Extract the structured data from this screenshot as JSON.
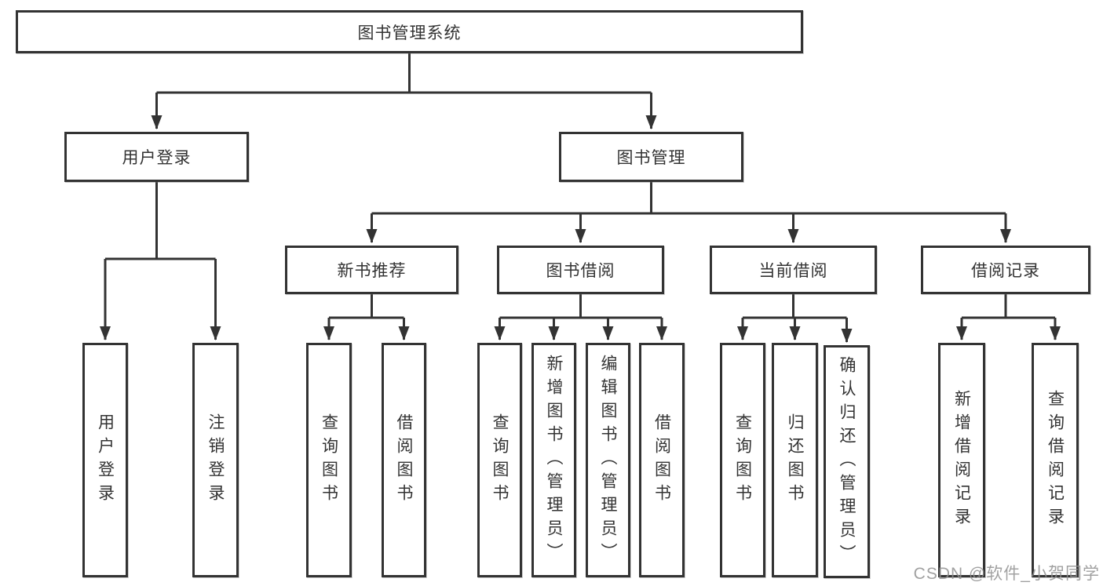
{
  "diagram": {
    "root": {
      "label": "图书管理系统"
    },
    "branches": [
      {
        "label": "用户登录",
        "children": [
          {
            "label": "用户登录"
          },
          {
            "label": "注销登录"
          }
        ]
      },
      {
        "label": "图书管理",
        "children": [
          {
            "label": "新书推荐",
            "children": [
              {
                "label": "查询图书"
              },
              {
                "label": "借阅图书"
              }
            ]
          },
          {
            "label": "图书借阅",
            "children": [
              {
                "label": "查询图书"
              },
              {
                "label": "新增图书（管理员）"
              },
              {
                "label": "编辑图书（管理员）"
              },
              {
                "label": "借阅图书"
              }
            ]
          },
          {
            "label": "当前借阅",
            "children": [
              {
                "label": "查询图书"
              },
              {
                "label": "归还图书"
              },
              {
                "label": "确认归还（管理员）"
              }
            ]
          },
          {
            "label": "借阅记录",
            "children": [
              {
                "label": "新增借阅记录"
              },
              {
                "label": "查询借阅记录"
              }
            ]
          }
        ]
      }
    ]
  },
  "watermark": {
    "text": "CSDN @软件_小贺同学"
  },
  "colors": {
    "line": "#333333",
    "border": "#333333",
    "text": "#333333",
    "background": "#ffffff",
    "watermark": "#919191"
  }
}
